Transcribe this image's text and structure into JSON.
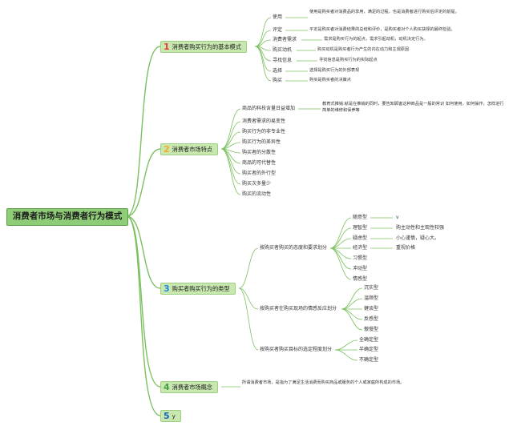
{
  "root": "消费者市场与消费者行为模式",
  "branches": [
    {
      "num": "1",
      "label": "消费者购买行为的基本模式",
      "items": [
        {
          "label": "使用",
          "desc": "使用是购买者对消费品的享用，满足的过程，也是消费者进行购买后评定的前提。"
        },
        {
          "label": "评定",
          "desc": "平定是购买者对消费结果的总结和评价，是购买者对个人购买抉择的最终检验。"
        },
        {
          "label": "消费者需求",
          "desc": "需求是购买行为的起点，需求引起动机，动机决定行为。"
        },
        {
          "label": "购买动机",
          "desc": "购买动机是购买者行为产生的内在动力和主观原因"
        },
        {
          "label": "寻找信息",
          "desc": "寻找信息是购买行为的实际起点"
        },
        {
          "label": "选择",
          "desc": "选择是购买行为的外部表现"
        },
        {
          "label": "购买",
          "desc": "购买是购买者的决策点"
        }
      ]
    },
    {
      "num": "2",
      "label": "消费者市场特点",
      "items": [
        {
          "label": "商品的科技含量日益增加",
          "desc": "教育式推销:就是在推销的同时，要告知顾客这种商品是一般的常识 如何使用，如何操作，怎样进行简单的维修和保养等"
        },
        {
          "label": "消费者需求的易变性"
        },
        {
          "label": "购买行为的非专业性"
        },
        {
          "label": "购买行为的差异性"
        },
        {
          "label": "购买者的分散性"
        },
        {
          "label": "商品的可代替性"
        },
        {
          "label": "购买者的外行型"
        },
        {
          "label": "购买次多量少"
        },
        {
          "label": "购买的流动性"
        }
      ]
    },
    {
      "num": "3",
      "label": "购买者购买行为的类型",
      "groups": [
        {
          "label": "按购买者购买的态度和要求划分",
          "items": [
            {
              "label": "随意型",
              "desc": "v"
            },
            {
              "label": "理智型",
              "desc": "购主动性和主观性较强"
            },
            {
              "label": "疑虑型",
              "desc": "小心谨慎，疑心大。"
            },
            {
              "label": "经济型",
              "desc": "重视价格"
            },
            {
              "label": "习惯型"
            },
            {
              "label": "冲动型"
            },
            {
              "label": "情感型"
            }
          ]
        },
        {
          "label": "按购买者在购买现场的情感反应划分",
          "items": [
            {
              "label": "沉实型"
            },
            {
              "label": "温顺型"
            },
            {
              "label": "健谈型"
            },
            {
              "label": "反感型"
            },
            {
              "label": "傲慢型"
            }
          ]
        },
        {
          "label": "按购买者购买目标的选定程度划分",
          "items": [
            {
              "label": "全确定型"
            },
            {
              "label": "半确定型"
            },
            {
              "label": "不确定型"
            }
          ]
        }
      ]
    },
    {
      "num": "4",
      "label": "消费者市场概念",
      "desc": "所谓消费者市场，是指为了满足生活消费而购买商品或服务的个人或家庭所构成的市场。"
    },
    {
      "num": "5",
      "label": "y"
    }
  ],
  "colors": {
    "line": "#7cc060",
    "branch_fill": "#c8e8b0",
    "root_fill": "#8fcc78"
  }
}
